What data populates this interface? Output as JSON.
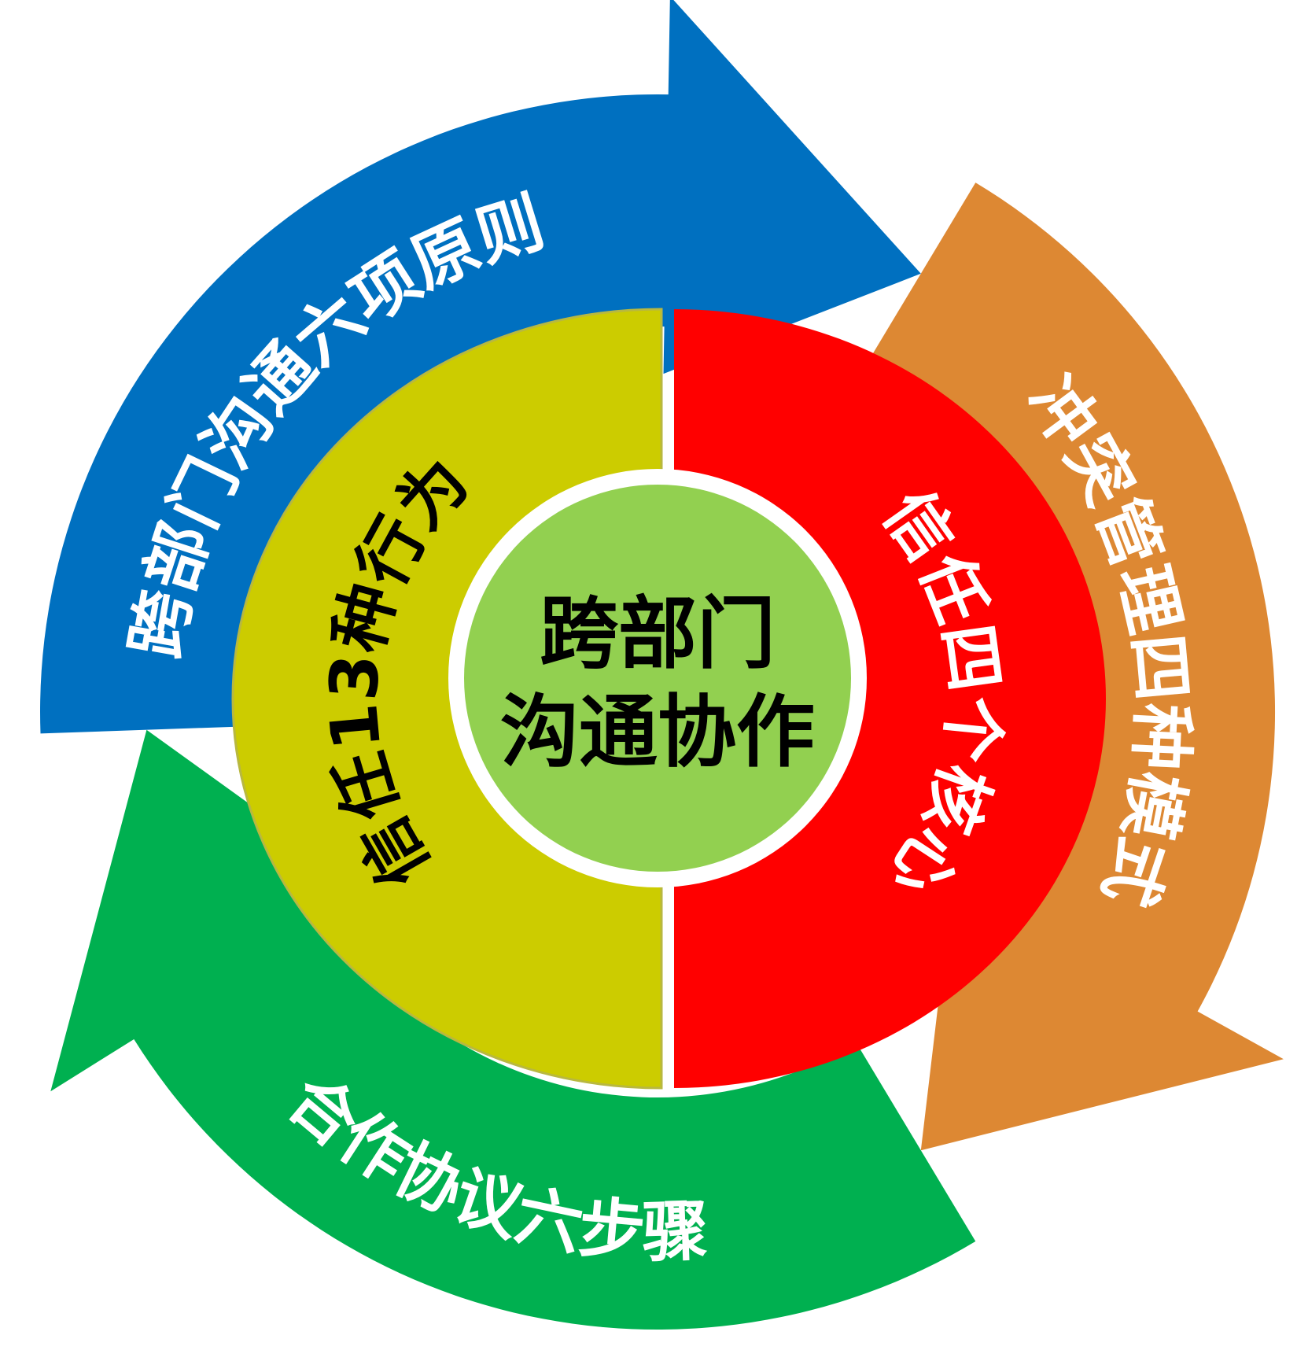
{
  "diagram": {
    "center": {
      "line1": "跨部门",
      "line2": "沟通协作",
      "color": "#92d050"
    },
    "inner_left": {
      "label": "信任13种行为",
      "color": "#cccc00",
      "text_color": "#000000"
    },
    "inner_right": {
      "label": "信任四个核心",
      "color": "#ff0000",
      "text_color": "#ffffff"
    },
    "arrows": [
      {
        "label": "跨部门沟通六项原则",
        "color": "#0070c0",
        "text_color": "#ffffff"
      },
      {
        "label": "冲突管理四种模式",
        "color": "#dd8833",
        "text_color": "#ffffff"
      },
      {
        "label": "合作协议六步骤",
        "color": "#00b050",
        "text_color": "#ffffff"
      }
    ]
  }
}
